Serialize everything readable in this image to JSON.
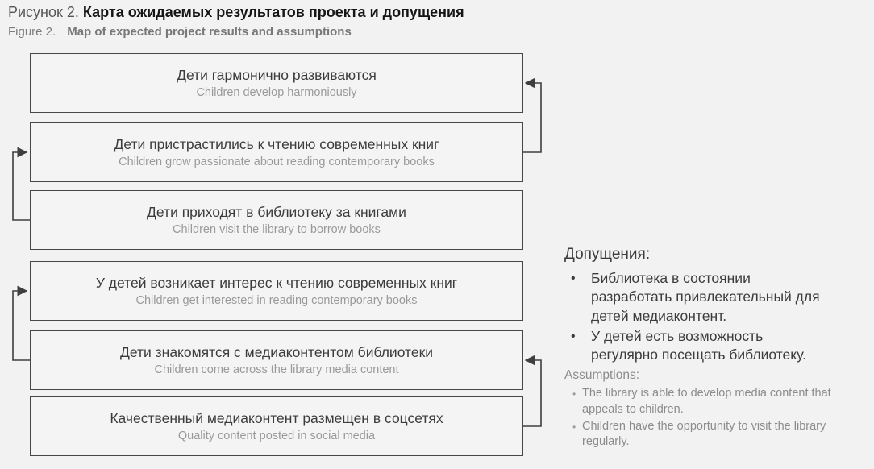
{
  "header": {
    "label_ru": "Рисунок 2.",
    "title_ru": "Карта ожидаемых результатов проекта и допущения",
    "label_en": "Figure 2.",
    "title_en": "Map of expected project results and assumptions"
  },
  "boxes": [
    {
      "ru": "Дети гармонично развиваются",
      "en": "Children develop harmoniously"
    },
    {
      "ru": "Дети пристрастились к чтению современных книг",
      "en": "Children grow passionate about reading contemporary books"
    },
    {
      "ru": "Дети приходят в библиотеку за книгами",
      "en": "Children visit the library to borrow books"
    },
    {
      "ru": "У детей возникает интерес к чтению современных книг",
      "en": "Children get interested in reading contemporary books"
    },
    {
      "ru": "Дети знакомятся с медиаконтентом библиотеки",
      "en": "Children come across the library media content"
    },
    {
      "ru": "Качественный медиаконтент размещен в соцсетях",
      "en": "Quality content posted in social media"
    }
  ],
  "assumptions": {
    "bullet": "•",
    "title_ru": "Допущения:",
    "items_ru": [
      "Библиотека в состоянии разработать привлекательный для детей медиаконтент.",
      "У детей есть возможность регулярно посещать библиотеку."
    ],
    "title_en": "Assumptions:",
    "items_en": [
      "The library is able to develop media content that appeals to children.",
      "Children have the opportunity to visit the library regularly."
    ]
  },
  "colors": {
    "page_background": "#f2f2f2",
    "box_border": "#474747",
    "text_primary": "#3c3c3c",
    "text_secondary": "#8e8e8e"
  }
}
